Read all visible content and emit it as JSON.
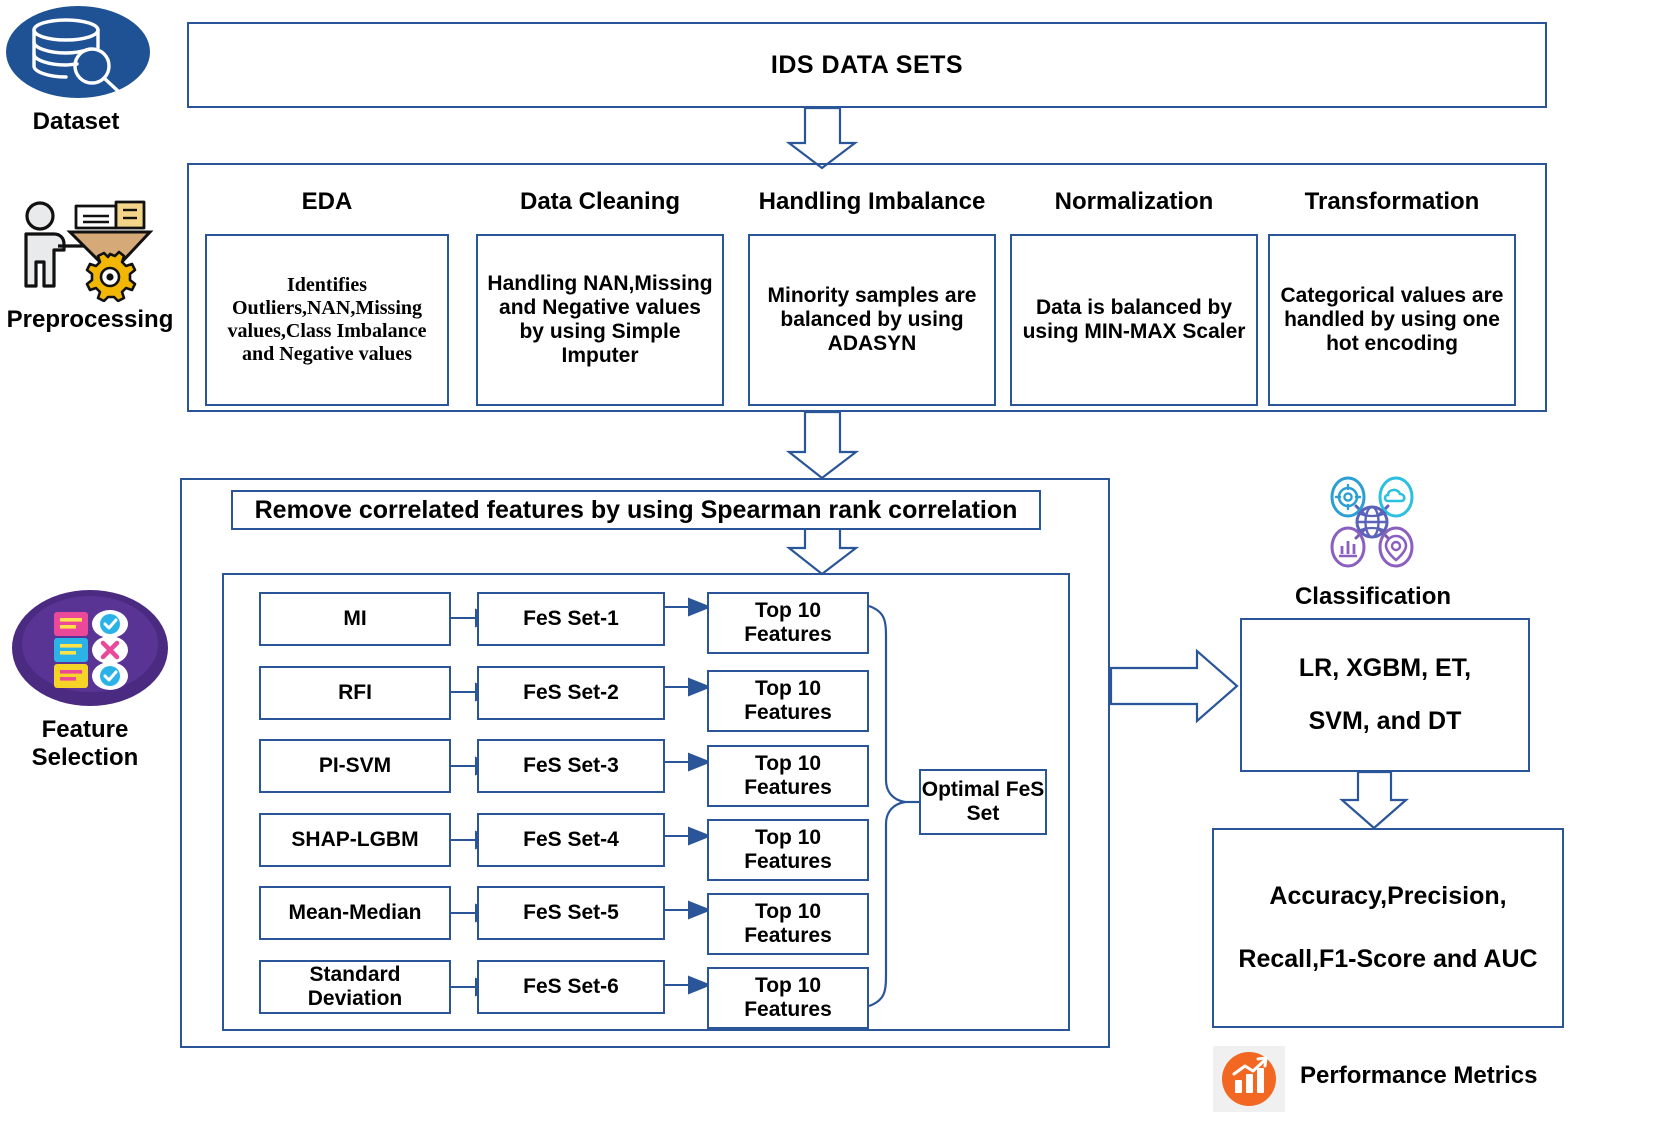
{
  "diagram": {
    "title": "IDS DATA SETS",
    "stages": [
      {
        "key": "dataset",
        "label": "Dataset",
        "icon": "database-search-icon"
      },
      {
        "key": "preprocessing",
        "label": "Preprocessing",
        "icon": "funnel-gear-person-icon"
      },
      {
        "key": "feature_selection",
        "label_line1": "Feature",
        "label_line2": "Selection",
        "icon": "feature-checklist-icon"
      },
      {
        "key": "classification",
        "label": "Classification",
        "icon": "network-nodes-icon"
      },
      {
        "key": "performance",
        "label": "Performance Metrics",
        "icon": "orange-chart-icon"
      }
    ],
    "preprocessing": {
      "columns": [
        {
          "heading": "EDA",
          "body": "Identifies Outliers,NAN,Missing values,Class Imbalance and Negative values",
          "font": "serif"
        },
        {
          "heading": "Data Cleaning",
          "body": "Handling NAN,Missing and Negative values by using Simple Imputer",
          "font": "sans"
        },
        {
          "heading": "Handling Imbalance",
          "body": "Minority samples are balanced by using ADASYN",
          "font": "sans"
        },
        {
          "heading": "Normalization",
          "body": "Data is balanced by using MIN-MAX Scaler",
          "font": "sans"
        },
        {
          "heading": "Transformation",
          "body": "Categorical values are handled by using one hot encoding",
          "font": "sans"
        }
      ]
    },
    "feature_selection": {
      "spearman_box": "Remove correlated features by using Spearman rank correlation",
      "rows": [
        {
          "method": "MI",
          "set": "FeS Set-1",
          "top": "Top 10 Features"
        },
        {
          "method": "RFI",
          "set": "FeS Set-2",
          "top": "Top 10 Features"
        },
        {
          "method": "PI-SVM",
          "set": "FeS Set-3",
          "top": "Top 10 Features"
        },
        {
          "method": "SHAP-LGBM",
          "set": "FeS Set-4",
          "top": "Top 10 Features"
        },
        {
          "method": "Mean-Median",
          "set": "FeS Set-5",
          "top": "Top 10 Features"
        },
        {
          "method": "Standard Deviation",
          "set": "FeS Set-6",
          "top": "Top 10 Features"
        }
      ],
      "optimal": "Optimal FeS Set"
    },
    "classification": {
      "models_line1": "LR, XGBM, ET,",
      "models_line2": "SVM, and DT"
    },
    "performance": {
      "metrics_line1": "Accuracy,Precision,",
      "metrics_line2": "Recall,F1-Score and AUC"
    },
    "colors": {
      "line": "#2a5599",
      "dataset_icon": "#1f5294",
      "feature_icon": "#4b2a82",
      "metric_icon": "#f26722",
      "gear": "#f2b705",
      "funnel": "#d5a978"
    }
  }
}
